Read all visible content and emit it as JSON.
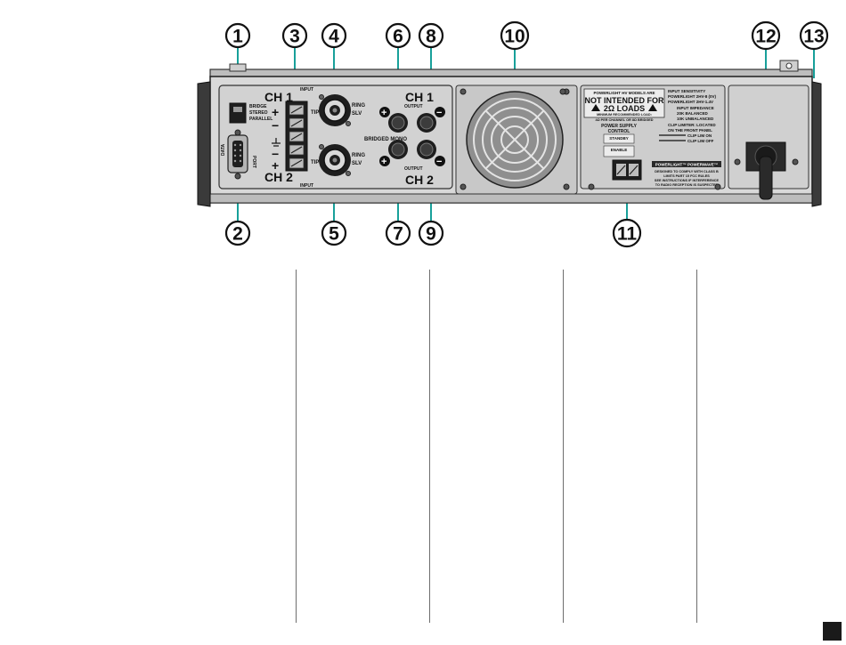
{
  "callouts": [
    "1",
    "2",
    "3",
    "4",
    "5",
    "6",
    "7",
    "8",
    "9",
    "10",
    "11",
    "12",
    "13"
  ],
  "panel": {
    "ch1": "CH 1",
    "ch2": "CH 2",
    "input": "INPUT",
    "output": "OUTPUT",
    "mode_bridge": "BRIDGE",
    "mode_stereo": "STEREO",
    "mode_parallel": "PARALLEL",
    "data_port_left": "DATA",
    "data_port_right": "PORT",
    "bridged_mono": "BRIDGED MONO",
    "plus": "+",
    "minus": "−",
    "tip": "TIP",
    "ring": "RING",
    "sleeve": "SLV",
    "warning_line1": "POWERLIGHT HV MODELS ARE",
    "warning_title_1": "NOT INTENDED FOR",
    "warning_title_2": "2Ω LOADS",
    "warning_line3": "MINIMUM RECOMMENDED LOAD:",
    "warning_line4": "4Ω PER CHANNEL OR 8Ω BRIDGED",
    "sens_1": "INPUT SENSITIVITY",
    "sens_2": "POWERLIGHT 2HV-8 (0V)",
    "sens_3": "POWERLIGHT 2HV-1.4V",
    "imp_1": "INPUT IMPEDANCE",
    "imp_2": "20K BALANCED",
    "imp_3": "10K UNBALANCED",
    "clip_1": "CLIP LIMITER: LOCATED",
    "clip_2": "ON THE FRONT PANEL",
    "clip_on": "CLIP LIM ON",
    "clip_off": "CLIP LIM OFF",
    "psu_1": "POWER SUPPLY",
    "psu_2": "CONTROL",
    "standby": "STANDBY",
    "enable": "ENABLE",
    "brand_1": "POWERLIGHT™ POWERWAVE™",
    "brand_2": "DESIGNED TO COMPLY WITH CLASS B",
    "brand_3": "LIMITS PART 15 FCC RULES",
    "brand_4": "SEE INSTRUCTIONS IF INTERFERENCE",
    "brand_5": "TO RADIO RECEPTION IS SUSPECTED"
  },
  "colors": {
    "accent": "#18a09a",
    "panel_fill": "#d9d9d9",
    "panel_dark": "#1e1e1e",
    "cable": "#2a2a2a"
  }
}
